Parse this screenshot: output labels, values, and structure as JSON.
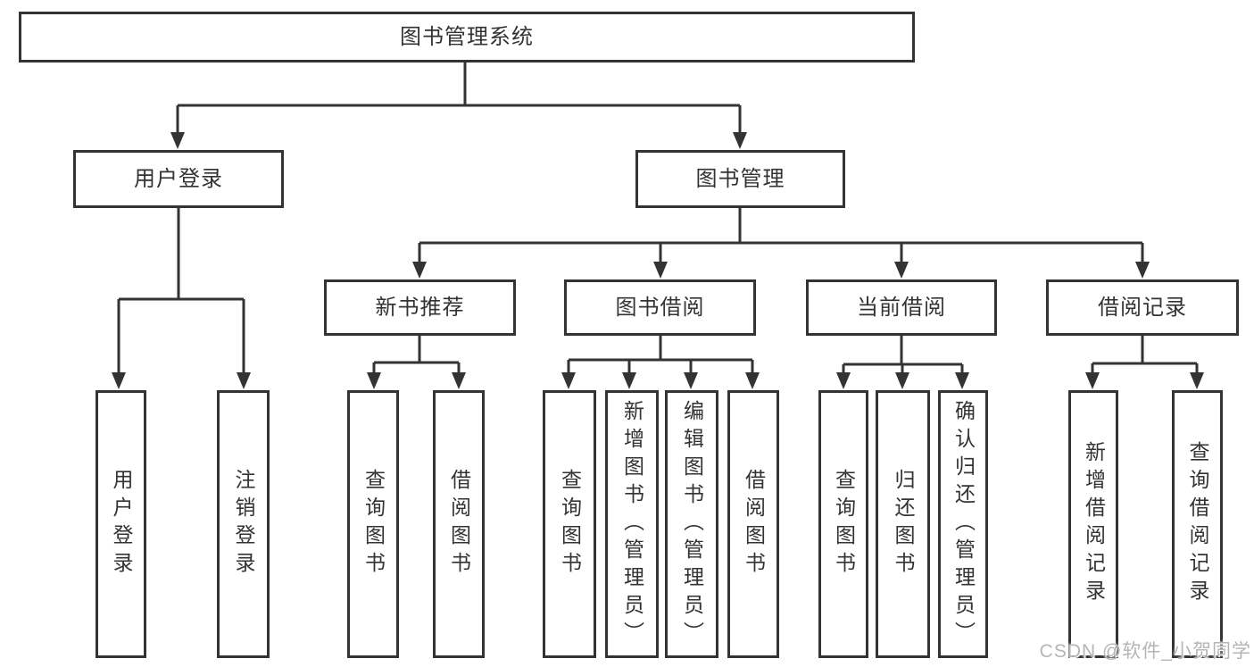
{
  "tree": {
    "root": "图书管理系统",
    "user_login": {
      "label": "用户登录",
      "children": [
        "用户登录",
        "注销登录"
      ]
    },
    "book_management": {
      "label": "图书管理",
      "children": [
        {
          "label": "新书推荐",
          "children": [
            "查询图书",
            "借阅图书"
          ]
        },
        {
          "label": "图书借阅",
          "children": [
            "查询图书",
            "新增图书（管理员）",
            "编辑图书（管理员）",
            "借阅图书"
          ]
        },
        {
          "label": "当前借阅",
          "children": [
            "查询图书",
            "归还图书",
            "确认归还（管理员）"
          ]
        },
        {
          "label": "借阅记录",
          "children": [
            "新增借阅记录",
            "查询借阅记录"
          ]
        }
      ]
    }
  },
  "watermark": "CSDN @软件_小贺同学",
  "colors": {
    "line": "#333333",
    "text": "#333333",
    "watermark": "#b5b5b5",
    "background": "#ffffff"
  }
}
